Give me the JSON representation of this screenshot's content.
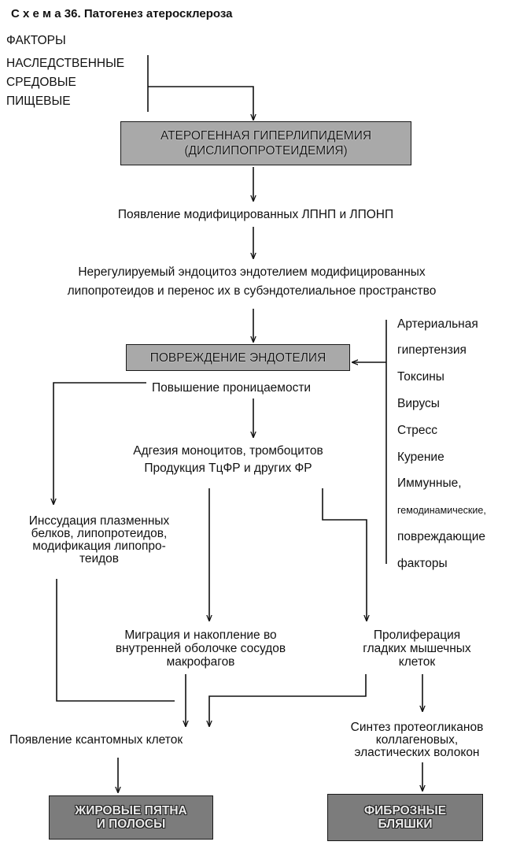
{
  "title": "С х е м а  36. Патогенез атеросклероза",
  "factors": {
    "heading": "ФАКТОРЫ",
    "items": [
      "НАСЛЕДСТВЕННЫЕ",
      "СРЕДОВЫЕ",
      "ПИЩЕВЫЕ"
    ]
  },
  "box_hyperlipidemia": {
    "line1": "АТЕРОГЕННАЯ ГИПЕРЛИПИДЕМИЯ",
    "line2": "(ДИСЛИПОПРОТЕИДЕМИЯ)"
  },
  "step_modified": "Появление модифицированных ЛПНП и ЛПОНП",
  "step_endocytosis": {
    "line1": "Нерегулируемый эндоцитоз эндотелием  модифицированных",
    "line2": "липопротеидов и перенос их в субэндотелиальное пространство"
  },
  "box_damage": "ПОВРЕЖДЕНИЕ ЭНДОТЕЛИЯ",
  "damage_factors": [
    "Артериальная",
    "гипертензия",
    "Токсины",
    "Вирусы",
    "Стресс",
    "Курение",
    "Иммунные,",
    "гемодинамические,",
    "повреждающие",
    "факторы"
  ],
  "step_permeability": "Повышение проницаемости",
  "step_adhesion": {
    "line1": "Адгезия моноцитов, тромбоцитов",
    "line2": "Продукция ТцФР и других ФР"
  },
  "step_insudation": {
    "line1": "Инссудация плазменных",
    "line2": "белков, липопротеидов,",
    "line3": "модификация липопро-",
    "line4": "теидов"
  },
  "step_migration": {
    "line1": "Миграция и накопление во",
    "line2": "внутренней оболочке сосудов",
    "line3": "макрофагов"
  },
  "step_proliferation": {
    "line1": "Пролиферация",
    "line2": "гладких мышечных",
    "line3": "клеток"
  },
  "step_xanthoma": "Появление ксантомных клеток",
  "step_synthesis": {
    "line1": "Синтез протеогликанов",
    "line2": "коллагеновых,",
    "line3": "эластических волокон"
  },
  "box_fatty": {
    "line1": "ЖИРОВЫЕ ПЯТНА",
    "line2": "И ПОЛОСЫ"
  },
  "box_fibrous": {
    "line1": "ФИБРОЗНЫЕ",
    "line2": "БЛЯШКИ"
  }
}
